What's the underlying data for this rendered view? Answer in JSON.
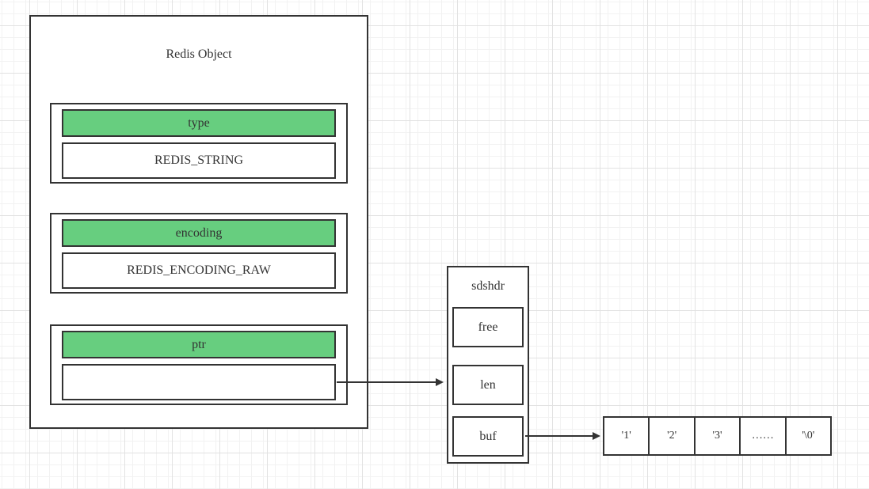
{
  "colors": {
    "shape_border": "#333333",
    "header_fill": "#67ce7f",
    "text": "#333333",
    "canvas_background": "#ffffff",
    "grid_major": "#e2e2e2",
    "grid_minor": "#f2f2f2"
  },
  "redis_object": {
    "title": "Redis Object",
    "sections": [
      {
        "header": "type",
        "value": "REDIS_STRING"
      },
      {
        "header": "encoding",
        "value": "REDIS_ENCODING_RAW"
      },
      {
        "header": "ptr",
        "value": ""
      }
    ]
  },
  "sdshdr": {
    "title": "sdshdr",
    "fields": [
      "free",
      "len",
      "buf"
    ]
  },
  "buffer_cells": [
    "'1'",
    "'2'",
    "'3'",
    "……",
    "'\\0'"
  ]
}
